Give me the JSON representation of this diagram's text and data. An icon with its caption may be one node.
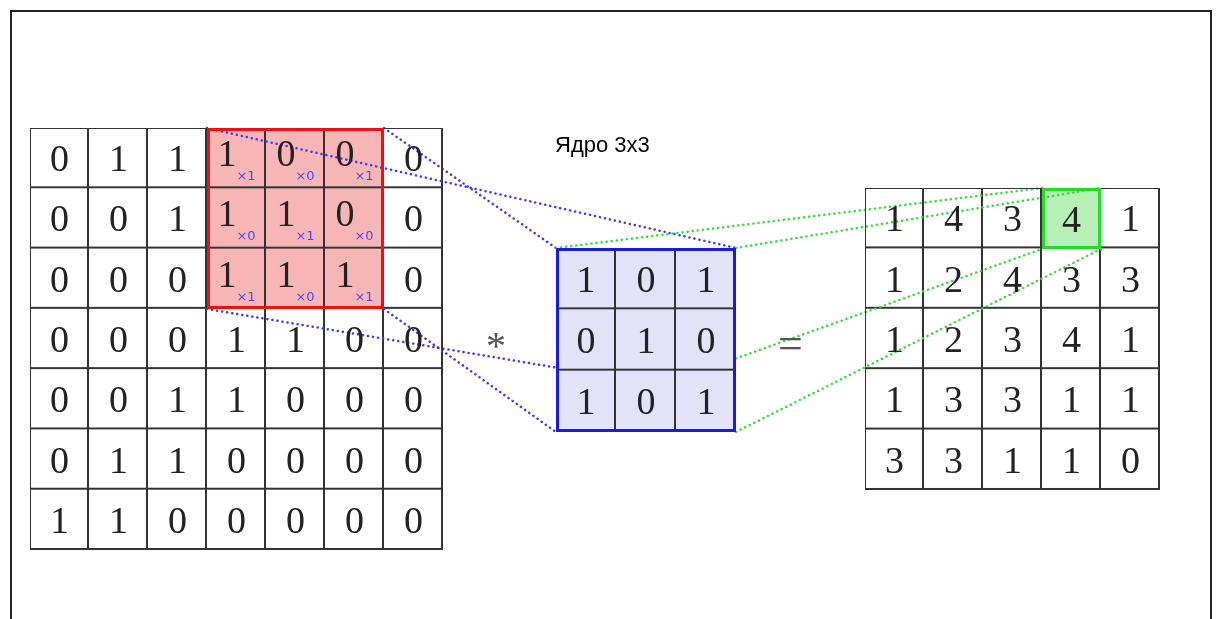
{
  "diagram": {
    "nodes": [
      {
        "text": [
          "0",
          "1",
          "1",
          "0",
          "0",
          "0",
          "1",
          "0",
          "0",
          "0",
          "0",
          "0",
          "0",
          "0",
          "0",
          "1",
          "1",
          "0",
          "0",
          "0",
          "0",
          "1",
          "1",
          "0",
          "0",
          "0",
          "0",
          "1",
          "1",
          "0",
          "0",
          "0",
          "0",
          "1",
          "1",
          "0",
          "0",
          "0",
          "0",
          "0"
        ]
      },
      {
        "text": [
          "1$_{×1}$",
          "0$_{×0}$",
          "0$_{×1}$",
          "1$_{×0}$",
          "1$_{×1}$",
          "0$_{×0}$",
          "1$_{×1}$",
          "1$_{×0}$",
          "1$_{×1}$"
        ],
        "in": 0
      },
      {
        "text": [
          "1",
          "0",
          "1",
          "0",
          "1",
          "0",
          "1",
          "0",
          "1"
        ]
      },
      {
        "text": [
          "1",
          "4",
          "3",
          "1",
          "1",
          "2",
          "4",
          "3",
          "3",
          "1",
          "2",
          "3",
          "4",
          "1",
          "1",
          "3",
          "3",
          "1",
          "1",
          "3",
          "3",
          "1",
          "1",
          "0"
        ]
      },
      {
        "text": [
          "4"
        ],
        "in": 3
      }
    ],
    "edges": [
      {
        "from": 1,
        "to": 2,
        "arrow": "none",
        "style": "dashed",
        "color": "#3b3bf0"
      },
      {
        "from": 1,
        "to": 2,
        "arrow": "none",
        "style": "dashed",
        "color": "#3b3bf0"
      },
      {
        "from": 1,
        "to": 2,
        "arrow": "none",
        "style": "dashed",
        "color": "#3b3bf0"
      },
      {
        "from": 1,
        "to": 2,
        "arrow": "none",
        "style": "dashed",
        "color": "#3b3bf0"
      },
      {
        "from": 2,
        "to": 4,
        "arrow": "none",
        "style": "dashed",
        "color": "#33dd33"
      },
      {
        "from": 2,
        "to": 4,
        "arrow": "none",
        "style": "dashed",
        "color": "#33dd33"
      },
      {
        "from": 2,
        "to": 4,
        "arrow": "none",
        "style": "dashed",
        "color": "#33dd33"
      },
      {
        "from": 2,
        "to": 4,
        "arrow": "none",
        "style": "dashed",
        "color": "#33dd33"
      }
    ],
    "labels": [
      "Ядро 3x3",
      "*",
      "="
    ]
  }
}
